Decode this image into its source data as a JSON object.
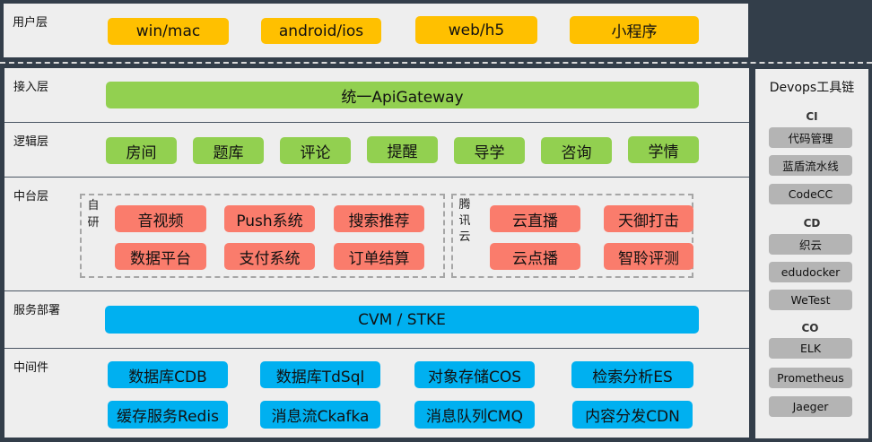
{
  "user_layer": {
    "label": "用户层",
    "items": [
      "win/mac",
      "android/ios",
      "web/h5",
      "小程序"
    ]
  },
  "access_layer": {
    "label": "接入层",
    "gateway": "统一ApiGateway"
  },
  "logic_layer": {
    "label": "逻辑层",
    "items": [
      "房间",
      "题库",
      "评论",
      "提醒",
      "导学",
      "咨询",
      "学情"
    ]
  },
  "middle_platform": {
    "label": "中台层",
    "self_developed": {
      "label_chars": [
        "自",
        "研"
      ],
      "items": [
        "音视频",
        "Push系统",
        "搜索推荐",
        "数据平台",
        "支付系统",
        "订单结算"
      ]
    },
    "tencent_cloud": {
      "label_chars": [
        "腾",
        "讯",
        "云"
      ],
      "items": [
        "云直播",
        "天御打击",
        "云点播",
        "智聆评测"
      ]
    }
  },
  "deployment_layer": {
    "label": "服务部署",
    "platform": "CVM / STKE"
  },
  "middleware_layer": {
    "label": "中间件",
    "items": [
      "数据库CDB",
      "数据库TdSql",
      "对象存储COS",
      "检索分析ES",
      "缓存服务Redis",
      "消息流Ckafka",
      "消息队列CMQ",
      "内容分发CDN"
    ]
  },
  "devops": {
    "title": "Devops工具链",
    "ci": {
      "label": "CI",
      "items": [
        "代码管理",
        "蓝盾流水线",
        "CodeCC"
      ]
    },
    "cd": {
      "label": "CD",
      "items": [
        "织云",
        "edudocker",
        "WeTest"
      ]
    },
    "co": {
      "label": "CO",
      "items": [
        "ELK",
        "Prometheus",
        "Jaeger"
      ]
    }
  },
  "colors": {
    "client": "#ffc000",
    "logic": "#92d050",
    "platform": "#fa7c6c",
    "infra": "#00b0f0",
    "tool": "#b4b4b4",
    "background": "#333e4a"
  }
}
